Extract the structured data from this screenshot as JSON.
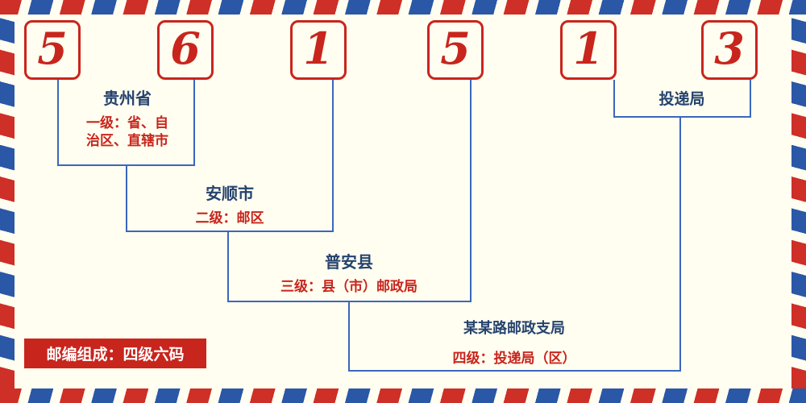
{
  "diagram": {
    "digits": [
      "5",
      "6",
      "1",
      "5",
      "1",
      "3"
    ],
    "levels": [
      {
        "place": "贵州省",
        "desc_line1": "一级：省、自",
        "desc_line2": "治区、直辖市"
      },
      {
        "place": "安顺市",
        "desc": "二级：邮区"
      },
      {
        "place": "普安县",
        "desc": "三级：县（市）邮政局"
      },
      {
        "place": "某某路邮政支局",
        "desc": "四级：投递局（区）"
      }
    ],
    "delivery_label": "投递局",
    "badge": "邮编组成：四级六码"
  },
  "colors": {
    "red": "#c8251d",
    "blue": "#3a67bd",
    "navy": "#26436e",
    "background": "#fffef0",
    "stripe_red": "#ce2f27",
    "stripe_blue": "#2b57a7"
  }
}
